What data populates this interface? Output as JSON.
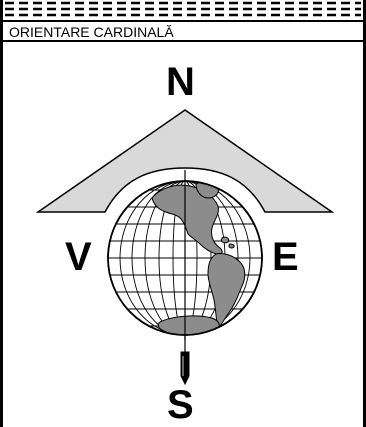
{
  "title_bar": {
    "label": "ORIENTARE CARDINALĂ"
  },
  "directions": {
    "north": "N",
    "west": "V",
    "east": "E",
    "south": "S"
  },
  "colors": {
    "roof_fill": "#d9d9d9",
    "land_fill": "#8c8c8c",
    "outline": "#000000",
    "background": "#ffffff"
  }
}
